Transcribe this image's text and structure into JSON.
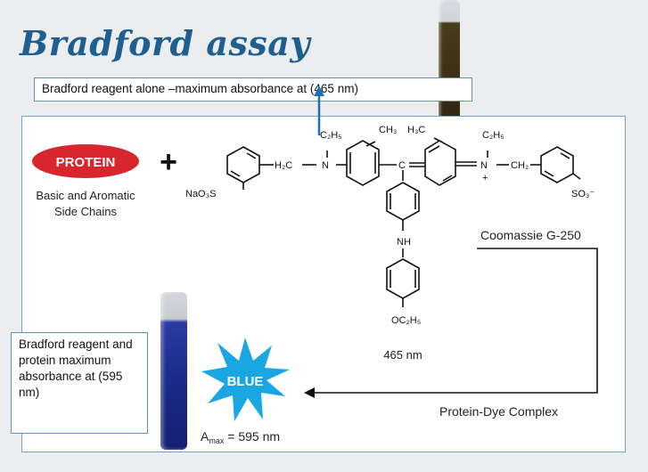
{
  "slide": {
    "title": "Bradford assay"
  },
  "notes": {
    "top": "Bradford reagent alone –maximum absorbance at (465 nm)",
    "left": "Bradford reagent and protein maximum absorbance at (595 nm)"
  },
  "diagram": {
    "protein_badge": "PROTEIN",
    "plus_sign": "+",
    "protein_caption_line1": "Basic and Aromatic",
    "protein_caption_line2": "Side Chains",
    "dye_name": "Coomassie G-250",
    "dye_wavelength": "465 nm",
    "complex_name": "Protein-Dye Complex",
    "blue_badge": "BLUE",
    "amax_label": "A",
    "amax_sub": "max",
    "amax_value": " = 595 nm",
    "groups": {
      "c2h5_left": "C₂H₅",
      "ch3_right": "CH₃",
      "h3c": "H₃C",
      "c2h5_right": "C₂H₅",
      "h2c": "H₂C",
      "n_left": "N",
      "c_center": "C",
      "n_right": "N",
      "plus": "+",
      "ch2": "CH₂",
      "nao3s": "NaO₃S",
      "so3": "SO₃⁻",
      "nh": "NH",
      "oc2h5": "OC₂H₅"
    }
  },
  "colors": {
    "title": "#1f5f8f",
    "protein_badge": "#d8262e",
    "blue_star": "#1aa6e0",
    "arrow": "#1e6fb5",
    "tube_brown": "#3a2e12",
    "tube_blue": "#1c2c8f"
  }
}
